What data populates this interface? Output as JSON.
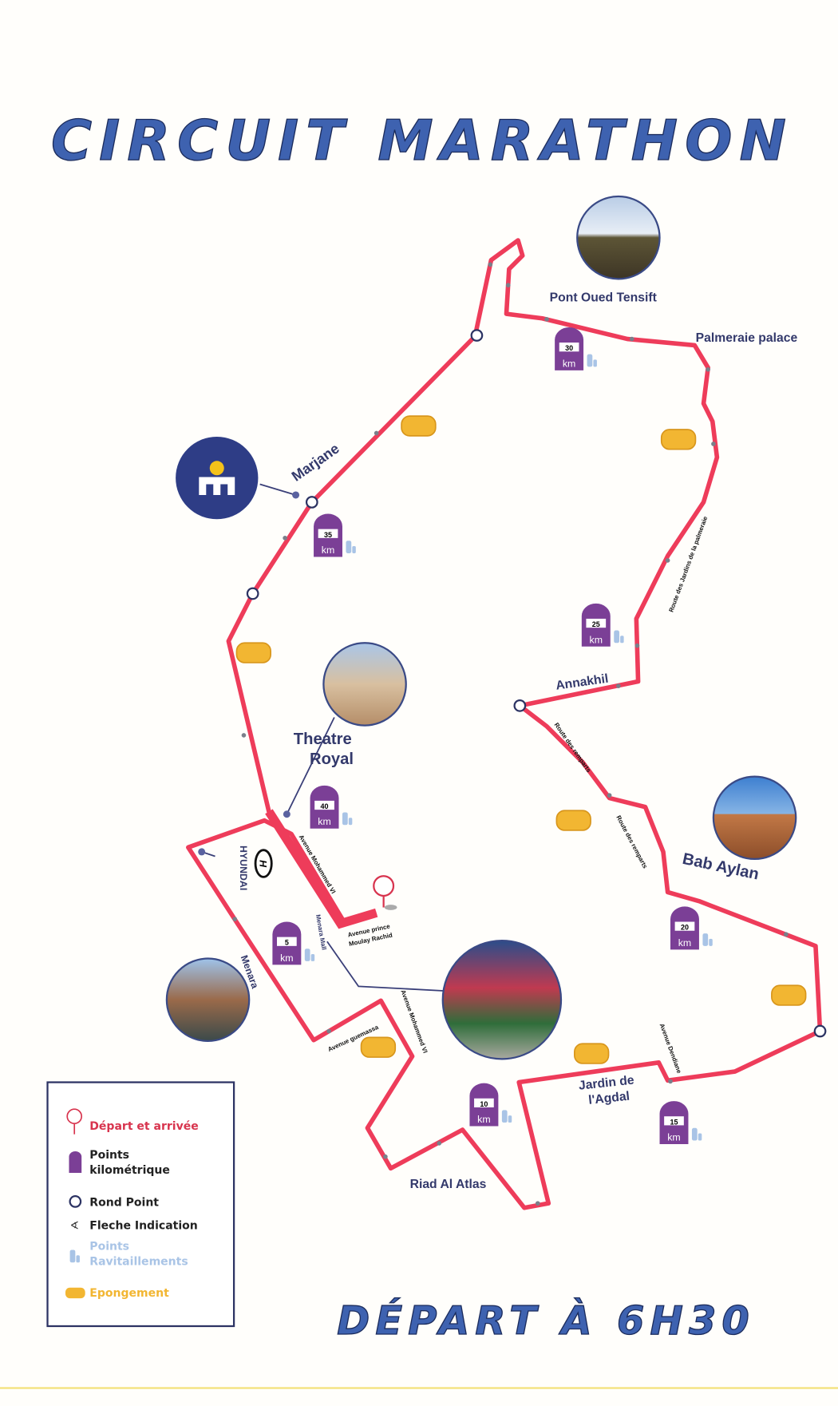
{
  "title": "CIRCUIT MARATHON",
  "start_time": "DÉPART À 6H30",
  "places": {
    "pont": "Pont Oued Tensift",
    "palmeraie": "Palmeraie palace",
    "marjane": "Marjane",
    "theatre_line1": "Theatre",
    "theatre_line2": "Royal",
    "annakhil": "Annakhil",
    "bab_aylan": "Bab Aylan",
    "menara": "Menara",
    "hyundai": "HYUNDAI",
    "menara_mall": "Menara Mall",
    "jardin_line1": "Jardin de",
    "jardin_line2": "l'Agdal",
    "riad": "Riad Al Atlas"
  },
  "streets": {
    "mohammed_vi_north": "Avenue Mohammed VI",
    "prince_line1": "Avenue prince",
    "prince_line2": "Moulay Rachid",
    "guemassa": "Avenue guemassa",
    "mohammed_vi_south": "Avenue Mohammed VI",
    "jardins_palmeraie": "Route des Jardins de la palmeraie",
    "remparts_1": "Route des remparts",
    "remparts_2": "Route des remparts",
    "dendiane": "Avenue Dendiane"
  },
  "km_markers": [
    {
      "km": "30",
      "unit": "km"
    },
    {
      "km": "35",
      "unit": "km"
    },
    {
      "km": "25",
      "unit": "km"
    },
    {
      "km": "40",
      "unit": "km"
    },
    {
      "km": "5",
      "unit": "km"
    },
    {
      "km": "20",
      "unit": "km"
    },
    {
      "km": "10",
      "unit": "km"
    },
    {
      "km": "15",
      "unit": "km"
    }
  ],
  "legend": {
    "start_finish": "Départ et arrivée",
    "km_points_line1": "Points",
    "km_points_line2": "kilométrique",
    "roundabout": "Rond Point",
    "arrow": "Fleche Indication",
    "water_line1": "Points",
    "water_line2": "Ravitaillements",
    "sponge": "Epongement"
  },
  "colors": {
    "route": "#ee3c5a",
    "title": "#3e62b0",
    "km_marker": "#7b3f96",
    "sponge": "#f2b632",
    "water": "#a9c4e6"
  }
}
